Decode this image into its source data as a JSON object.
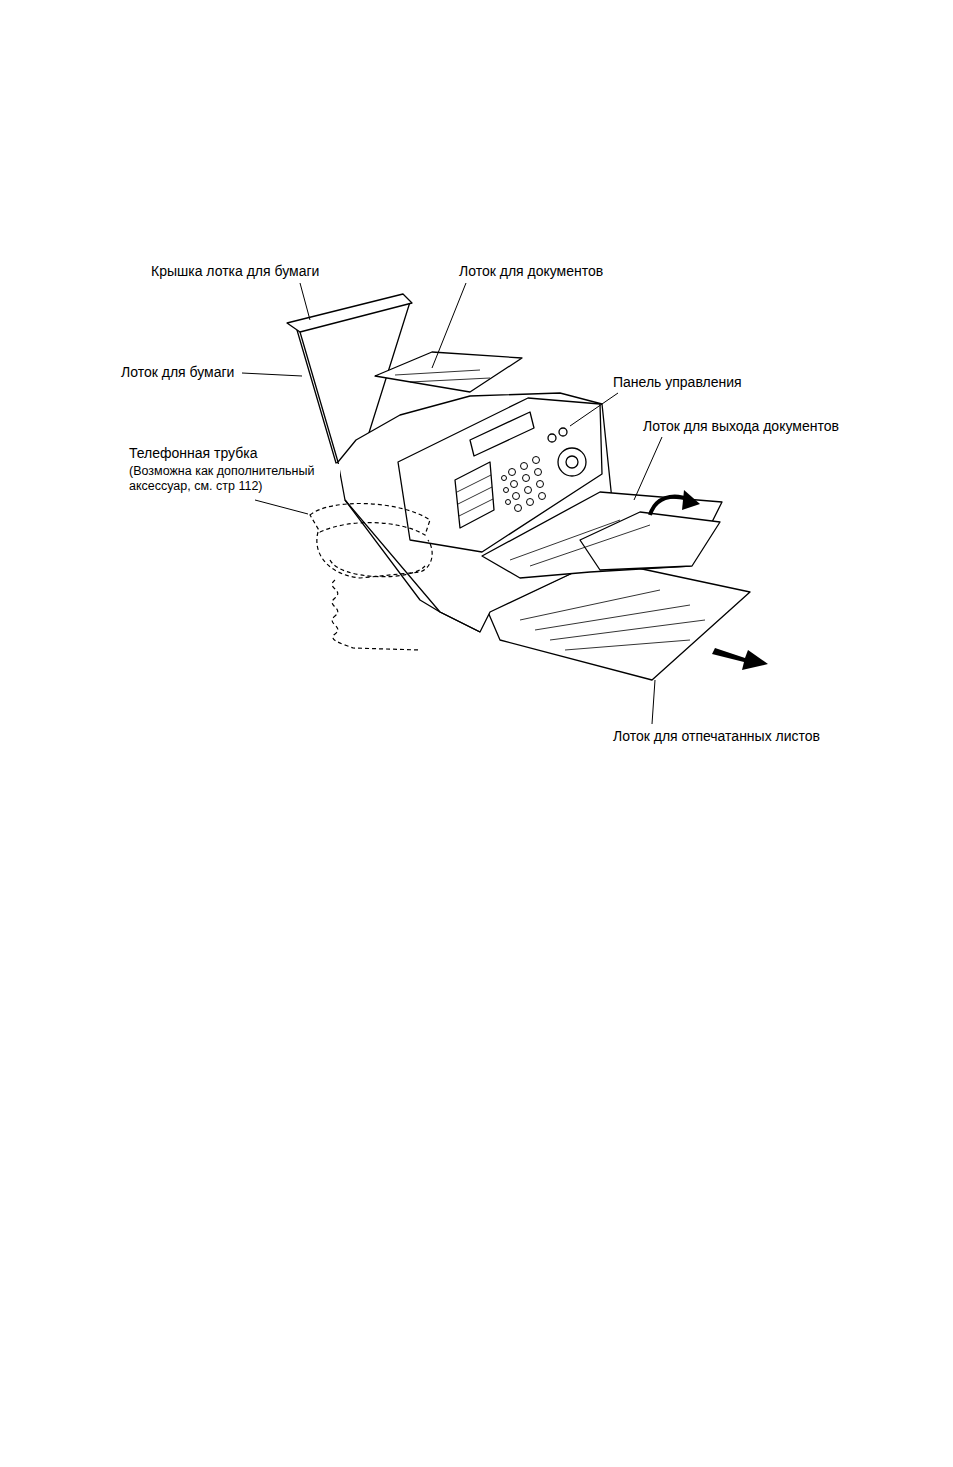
{
  "diagram": {
    "labels": [
      "Крышка лотка для бумаги",
      "Лоток для документов",
      "Лоток для бумаги",
      "Панель управления",
      "Лоток для выхода документов",
      "Телефонная трубка",
      "(Возможна как дополнительный аксессуар, см. стр 112)",
      "Лоток для отпечатанных листов"
    ]
  }
}
